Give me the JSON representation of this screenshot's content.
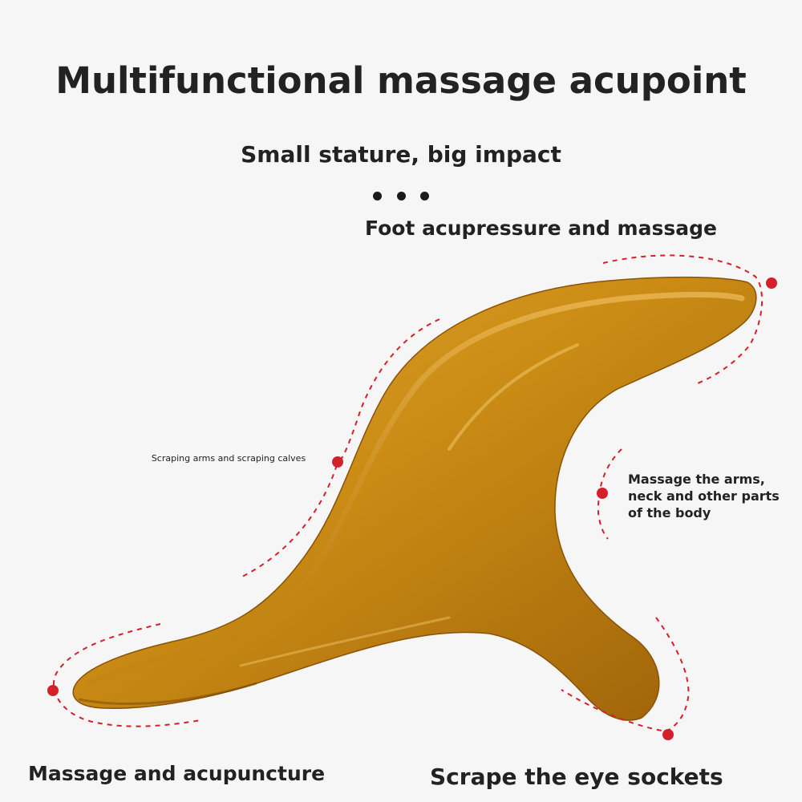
{
  "header": {
    "title": "Multifunctional massage acupoint",
    "subtitle": "Small stature, big impact"
  },
  "labels": {
    "foot": "Foot acupressure and massage",
    "scrape_arms": "Scraping arms and scraping calves",
    "massage_arms": "Massage the arms, neck and other parts of the body",
    "acupuncture": "Massage and acupuncture",
    "eye_sockets": "Scrape the eye sockets"
  },
  "colors": {
    "amber": "#c98b14",
    "amber_dark": "#8a5206",
    "amber_light": "#e9b44a",
    "marker": "#d4202a"
  },
  "icons": {
    "dots": "ellipsis-dots"
  }
}
